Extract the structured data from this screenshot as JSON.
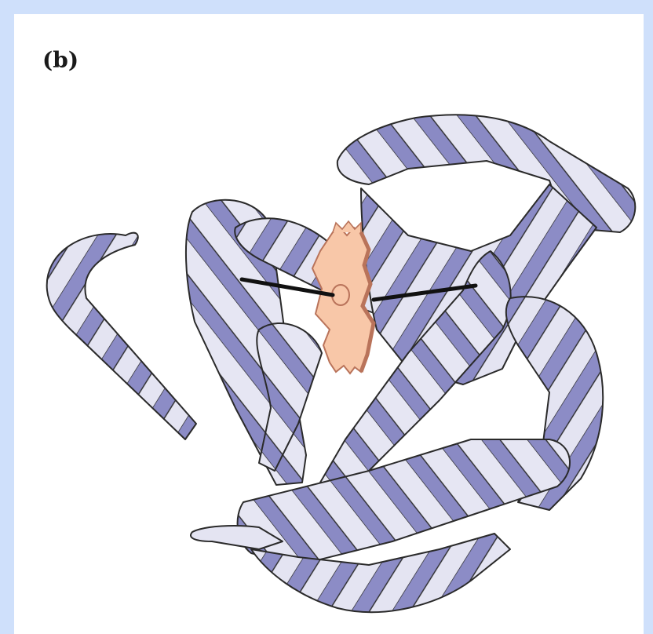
{
  "figure": {
    "panel_label": "(b)",
    "colors": {
      "page_background": "#cfe0fb",
      "panel_background": "#ffffff",
      "ribbon_light": "#e4e4f2",
      "ribbon_dark": "#8c8cc6",
      "outline": "#2a2a2a",
      "heme_fill": "#f8c7a8",
      "heme_edge": "#b9735a",
      "bond": "#111111"
    },
    "elements": [
      "protein-ribbon",
      "heme-group",
      "iron-atom",
      "proximal-histidine-bond",
      "distal-histidine-bond"
    ]
  }
}
